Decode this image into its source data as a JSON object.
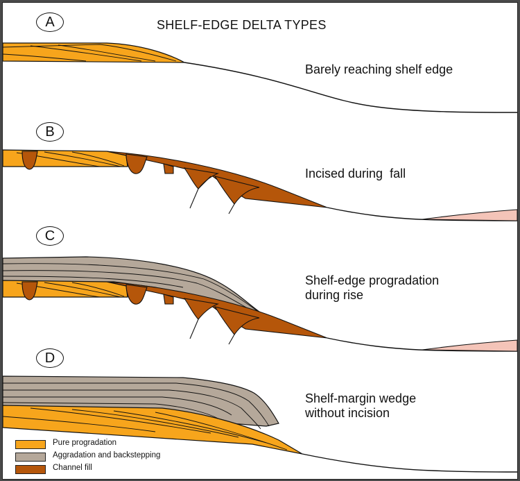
{
  "title": "SHELF-EDGE DELTA TYPES",
  "panels": [
    {
      "letter": "A",
      "caption": "Barely reaching shelf edge"
    },
    {
      "letter": "B",
      "caption": "Incised during  fall"
    },
    {
      "letter": "C",
      "caption": "Shelf-edge progradation\nduring rise"
    },
    {
      "letter": "D",
      "caption": "Shelf-margin wedge\nwithout incision"
    }
  ],
  "legend": [
    {
      "label": "Pure progradation",
      "color": "#f7a51c"
    },
    {
      "label": "Aggradation and backstepping",
      "color": "#b5a89a"
    },
    {
      "label": "Channel fill",
      "color": "#b5560a"
    }
  ],
  "colors": {
    "progradation": "#f7a51c",
    "aggradation": "#b5a89a",
    "channel": "#b5560a",
    "basin_fan": "#f4c4b8"
  }
}
